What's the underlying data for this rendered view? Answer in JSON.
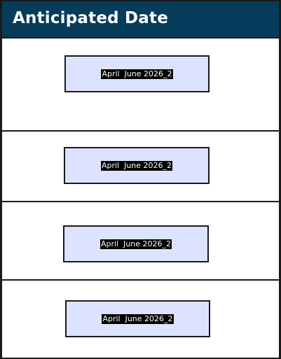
{
  "table": {
    "header": {
      "title": "Anticipated Date"
    },
    "rows": [
      {
        "date_value": "April  June 2026_2"
      },
      {
        "date_value": "April  June 2026_2"
      },
      {
        "date_value": "April  June 2026_2"
      },
      {
        "date_value": "April  June 2026_2"
      }
    ]
  },
  "colors": {
    "header_background": "#073b5a",
    "header_text": "#ffffff",
    "date_box_background": "#dde3ff",
    "border": "#1a1a1a"
  }
}
